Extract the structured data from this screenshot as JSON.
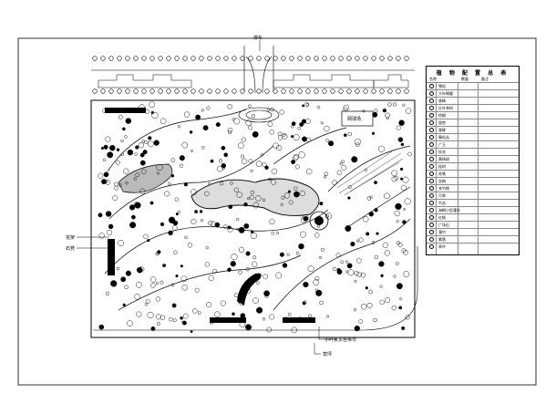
{
  "labels": {
    "entrance": "停车",
    "left_label_1": "花架",
    "left_label_2": "石凳",
    "bottom_label_1": "小叶女贞色带弯",
    "bottom_label_2": "草坪",
    "plaza_label": "网球场"
  },
  "legend": {
    "title": "植 物 配 置 总 表",
    "col_name": "名称",
    "col_qty": "数量",
    "col_note": "备注",
    "items": [
      "雪松",
      "大叶樟圆",
      "香樟",
      "红叶李树",
      "棕榈",
      "银杏",
      "垂柳",
      "蜀松丛",
      "广玉",
      "桂花",
      "黄杨球",
      "桂树",
      "苏铁",
      "丝梅",
      "夹竹桃",
      "月季",
      "竹丛",
      "海桐小型灌木",
      "红枫",
      "广场石",
      "蒲竹",
      "紫薇",
      "草坪"
    ]
  }
}
